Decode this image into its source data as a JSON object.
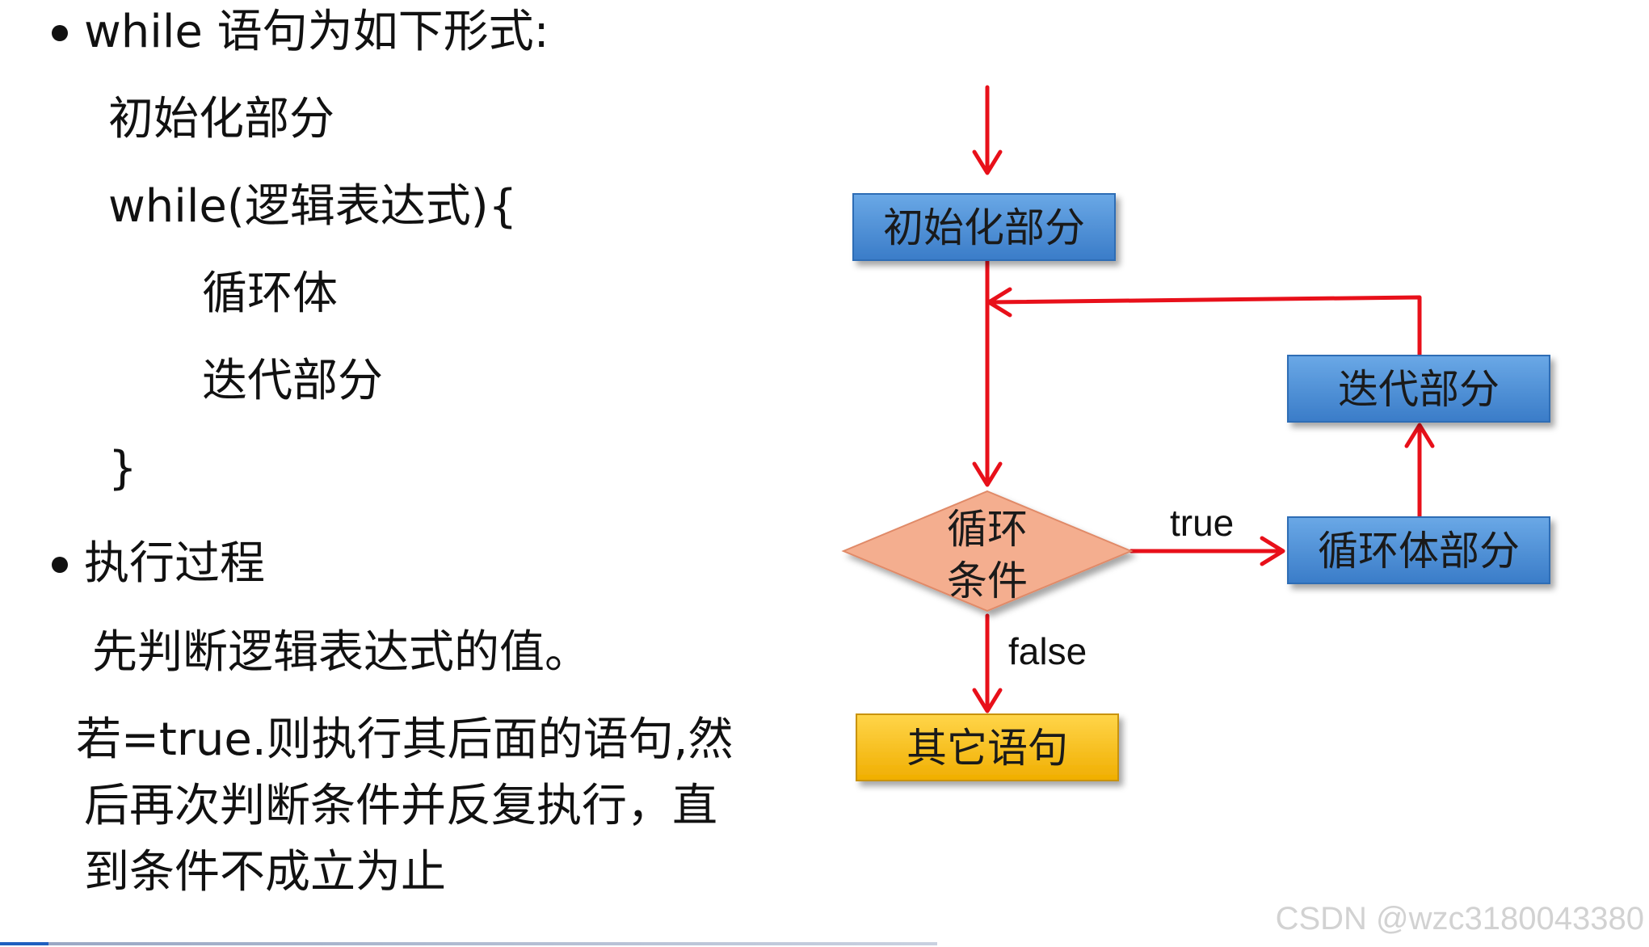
{
  "left": {
    "section1_title": "while 语句为如下形式:",
    "code_lines": [
      "初始化部分",
      "while(逻辑表达式){",
      "循环体",
      "迭代部分",
      "}"
    ],
    "section2_title": "执行过程",
    "desc_lines": [
      "先判断逻辑表达式的值。",
      "若=true.则执行其后面的语句,然",
      "后再次判断条件并反复执行，直",
      "到条件不成立为止"
    ]
  },
  "flow": {
    "init": "初始化部分",
    "cond_line1": "循环",
    "cond_line2": "条件",
    "body": "循环体部分",
    "iter": "迭代部分",
    "other": "其它语句",
    "true_label": "true",
    "false_label": "false"
  },
  "colors": {
    "box_blue": "#4a8fd6",
    "box_yellow": "#f4b400",
    "diamond": "#f4ae8f",
    "arrow": "#e8101a"
  },
  "watermark": "CSDN @wzc3180043380"
}
